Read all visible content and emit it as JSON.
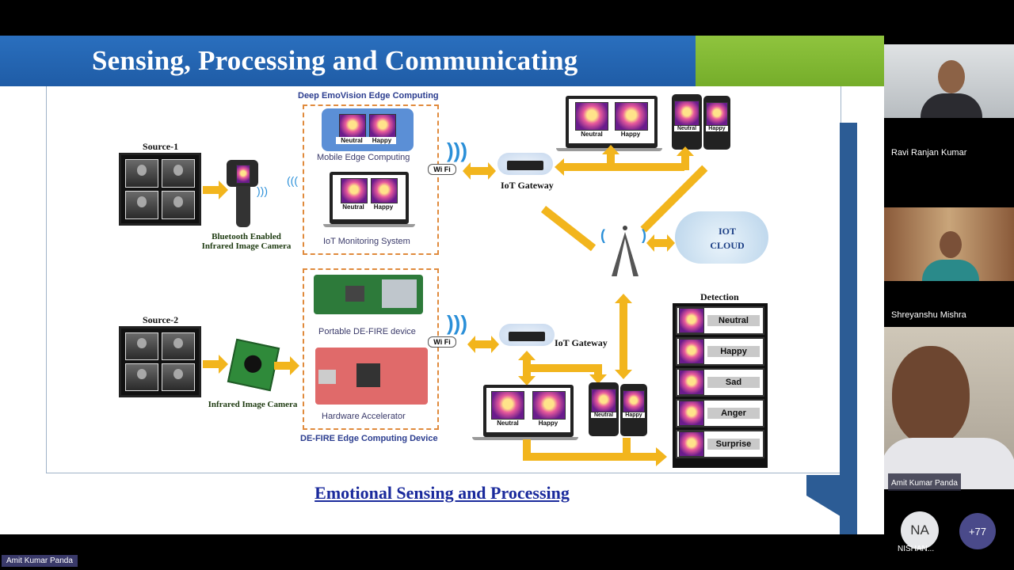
{
  "slide": {
    "title": "Sensing, Processing and Communicating",
    "caption": "Emotional Sensing and Processing",
    "figure": {
      "source1": "Source-1",
      "source2": "Source-2",
      "camera1": [
        "Bluetooth Enabled",
        "Infrared Image Camera"
      ],
      "camera2": "Infrared Image Camera",
      "edge_top_title": "Deep EmoVision Edge Computing",
      "mobile_edge": "Mobile Edge Computing",
      "iot_monitoring": "IoT Monitoring System",
      "portable_device": "Portable DE-FIRE device",
      "hw_accel": "Hardware Accelerator",
      "edge_bottom_title": "DE-FIRE Edge Computing Device",
      "gateway_top": "IoT Gateway",
      "gateway_bottom": "IoT Gateway",
      "cloud": [
        "IOT",
        "CLOUD"
      ],
      "wifi": "Wi Fi",
      "neutral": "Neutral",
      "happy": "Happy",
      "detection_title": "Detection",
      "detections": [
        "Neutral",
        "Happy",
        "Sad",
        "Anger",
        "Surprise"
      ]
    }
  },
  "participants": [
    {
      "name": "Ravi Ranjan Kumar"
    },
    {
      "name": "Shreyanshu Mishra"
    },
    {
      "name": "Amit Kumar Panda"
    }
  ],
  "extra": {
    "initials": "NA",
    "initials_name": "NISHAN...",
    "more_count": "+77"
  },
  "self_view_name": "Amit Kumar Panda",
  "colors": {
    "title_blue": "#1f5ca6",
    "title_green": "#75ad2a",
    "arrow_yellow": "#f2b51d",
    "caption_blue": "#1a2a9c"
  }
}
